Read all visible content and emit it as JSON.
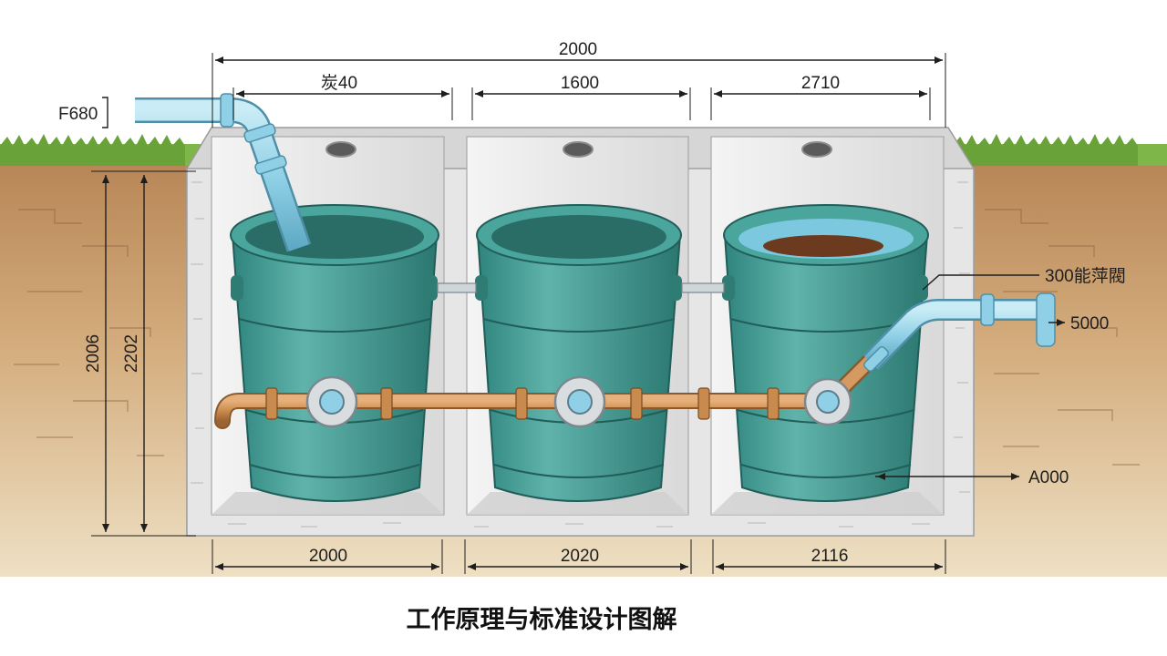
{
  "caption": "工作原理与标准设计图解",
  "colors": {
    "sky": "#ffffff",
    "grass": "#7fb649",
    "soil": "#c79a6c",
    "soil_deep": "#e3cfa8",
    "concrete": "#e4e4e4",
    "tank": "#3f9a93",
    "tank_dark": "#2a7770",
    "pipe_blue": "#8fd0e6",
    "pipe_copper": "#c98a4e",
    "sludge": "#6b3a1f"
  },
  "dimensions": {
    "overall_width": "2000",
    "chamber_1_top": "炭40",
    "chamber_2_top": "1600",
    "chamber_3_top": "2710",
    "inlet_height": "F680",
    "depth_outer": "2006",
    "depth_inner": "2202",
    "chamber_1_bottom": "2000",
    "chamber_2_bottom": "2020",
    "chamber_3_bottom": "2116"
  },
  "callouts": {
    "overflow": "300能萍閥",
    "outlet": "5000",
    "tank_base": "A000"
  }
}
